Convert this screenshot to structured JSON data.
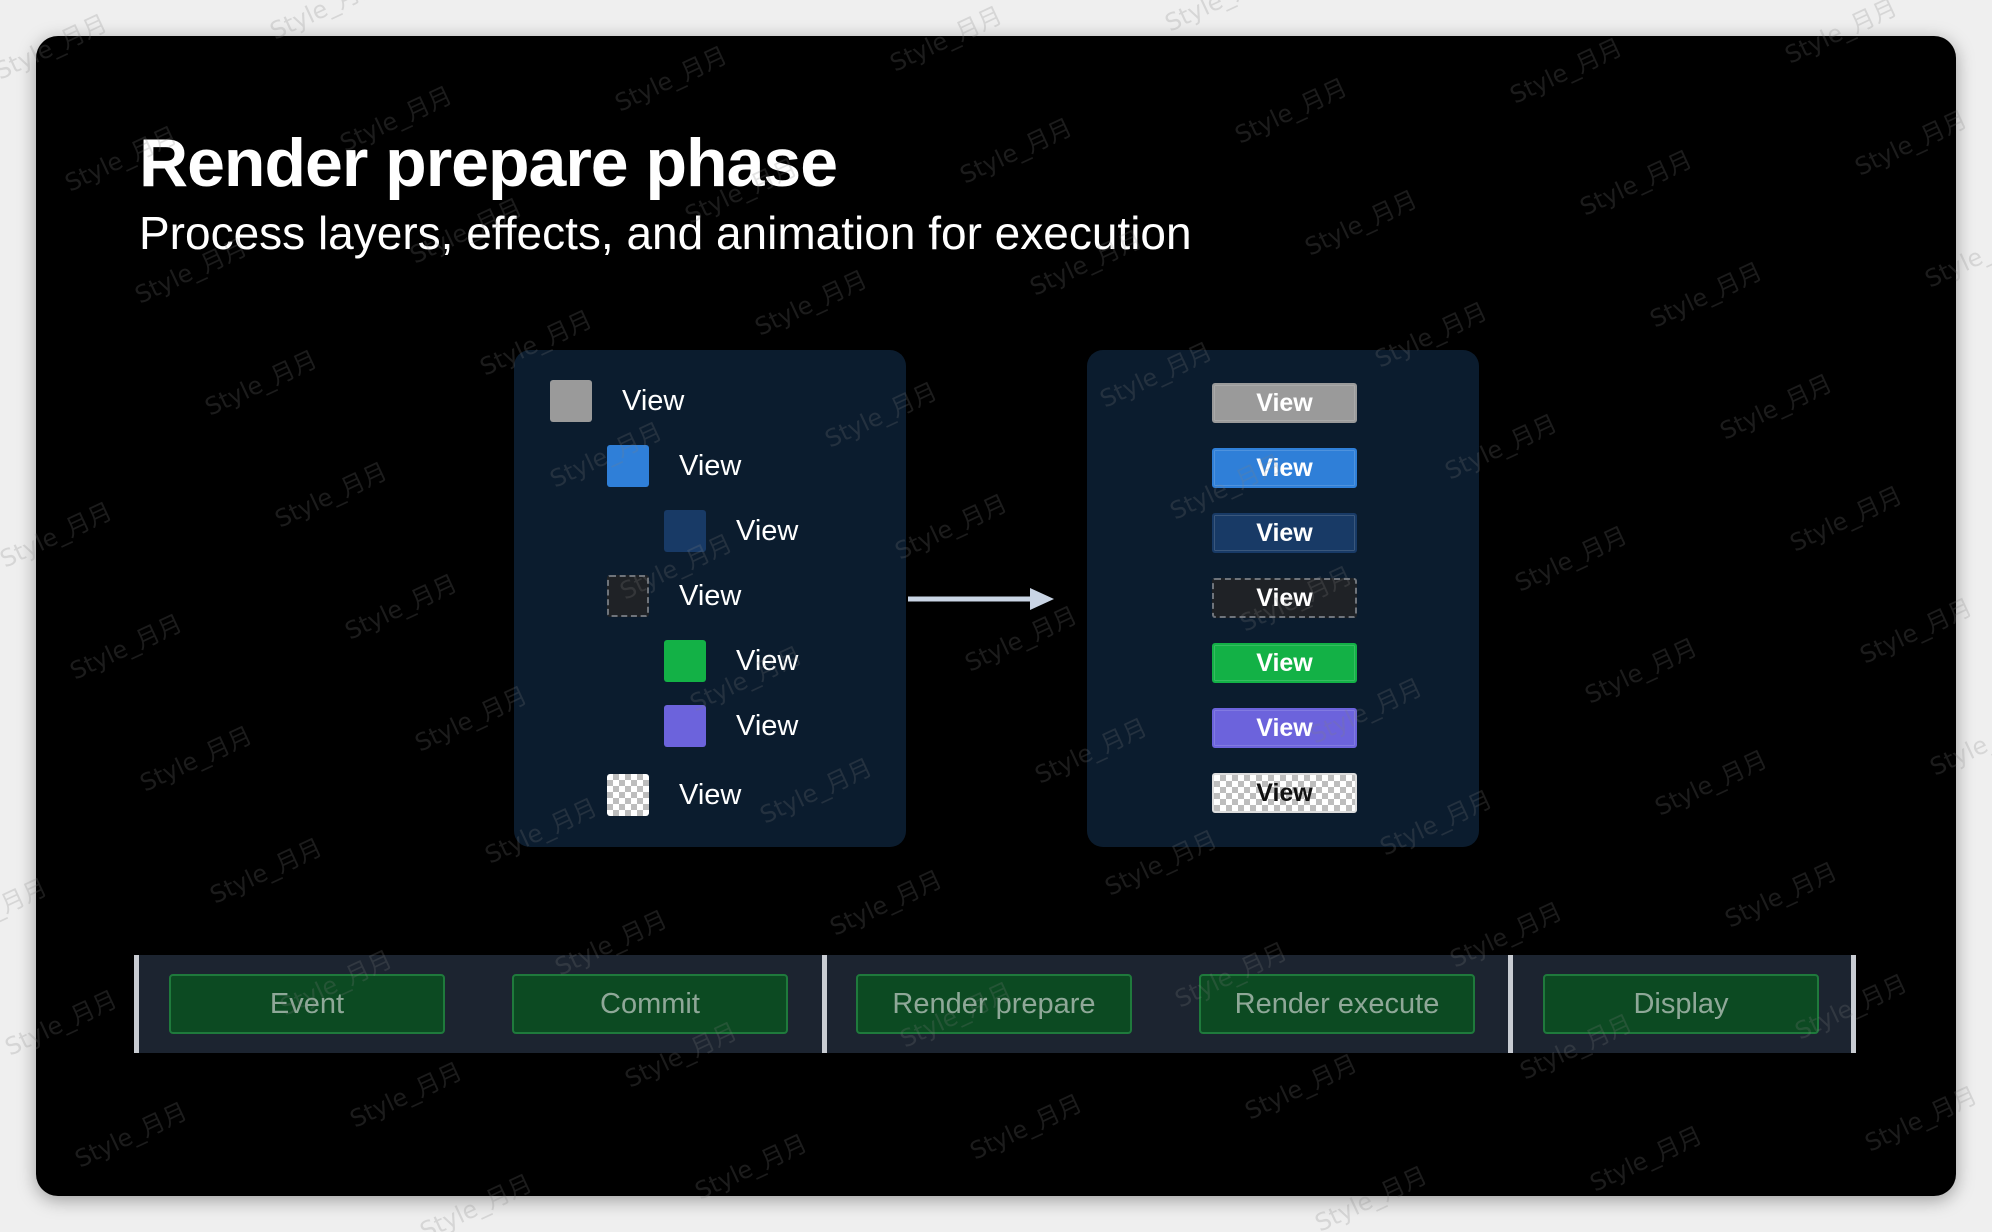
{
  "slide": {
    "title": "Render prepare phase",
    "subtitle": "Process layers, effects, and animation for execution"
  },
  "view_tree": {
    "items": [
      {
        "label": "View",
        "depth": 0,
        "color": "#9a9a9a",
        "style": "solid"
      },
      {
        "label": "View",
        "depth": 1,
        "color": "#2f7fd8",
        "style": "solid"
      },
      {
        "label": "View",
        "depth": 2,
        "color": "#183a66",
        "style": "solid"
      },
      {
        "label": "View",
        "depth": 1,
        "color": "#1f2226",
        "style": "dashed"
      },
      {
        "label": "View",
        "depth": 2,
        "color": "#13b146",
        "style": "solid"
      },
      {
        "label": "View",
        "depth": 2,
        "color": "#6c63dc",
        "style": "solid"
      },
      {
        "label": "View",
        "depth": 1,
        "color": "#ffffff",
        "style": "checker"
      }
    ]
  },
  "layer_list": {
    "items": [
      {
        "label": "View",
        "color": "#9a9a9a",
        "style": "solid"
      },
      {
        "label": "View",
        "color": "#2f7fd8",
        "style": "solid"
      },
      {
        "label": "View",
        "color": "#183a66",
        "style": "solid"
      },
      {
        "label": "View",
        "color": "#1f2226",
        "style": "dashed"
      },
      {
        "label": "View",
        "color": "#13b146",
        "style": "solid"
      },
      {
        "label": "View",
        "color": "#6c63dc",
        "style": "solid"
      },
      {
        "label": "View",
        "color": "#ffffff",
        "style": "checker"
      }
    ]
  },
  "pipeline": {
    "stages": [
      {
        "label": "Event",
        "active": false
      },
      {
        "label": "Commit",
        "active": false
      },
      {
        "label": "Render prepare",
        "active": true
      },
      {
        "label": "Render execute",
        "active": false
      },
      {
        "label": "Display",
        "active": false
      }
    ]
  },
  "watermark": {
    "text": "Style_月月"
  }
}
